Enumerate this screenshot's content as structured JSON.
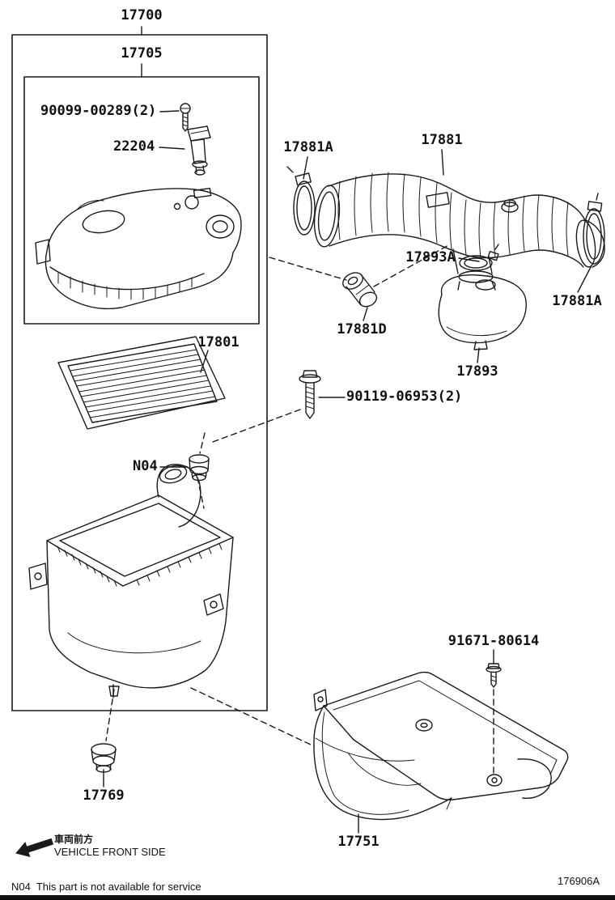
{
  "callouts": {
    "c17700": "17700",
    "c17705": "17705",
    "c90099": "90099-00289(2)",
    "c22204": "22204",
    "c17881a_left": "17881A",
    "c17881": "17881",
    "c17893a": "17893A",
    "c17881a_right": "17881A",
    "c17881d": "17881D",
    "c17893": "17893",
    "c17801": "17801",
    "c90119": "90119-06953(2)",
    "cN04": "N04",
    "c17769": "17769",
    "c91671": "91671-80614",
    "c17751": "17751"
  },
  "orientation": {
    "jp": "車両前方",
    "en": "VEHICLE FRONT SIDE"
  },
  "footer": {
    "note": "N04  This part is not available for service",
    "code": "176906A"
  },
  "colors": {
    "line": "#1a1a1a",
    "background": "#ffffff"
  }
}
